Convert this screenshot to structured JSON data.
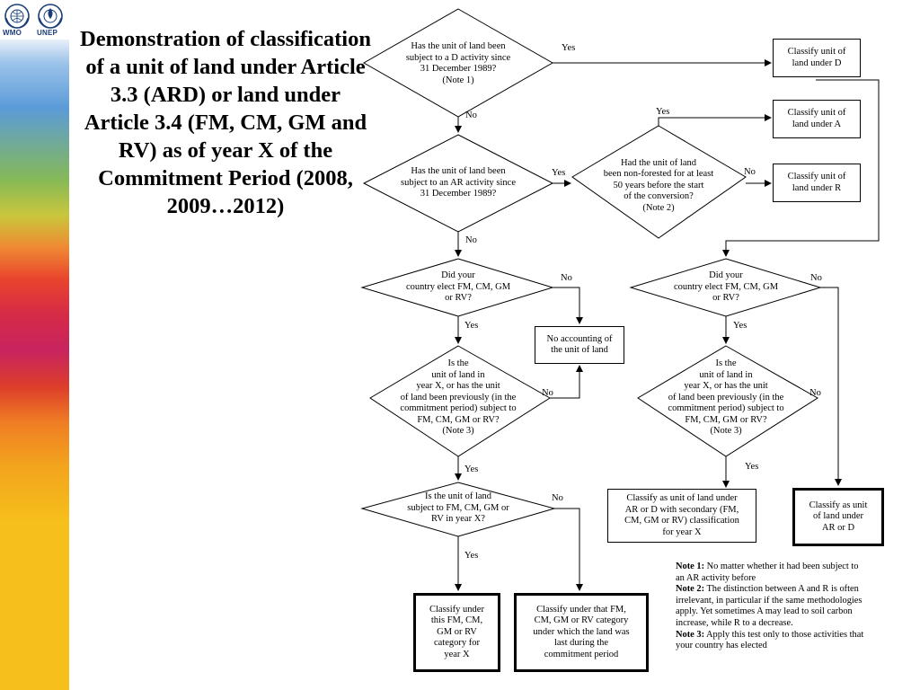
{
  "logos": {
    "wmo": "WMO",
    "unep": "UNEP"
  },
  "title": "Demonstration of classification of a unit of land under Article 3.3 (ARD) or land under Article 3.4 (FM, CM, GM and RV) as of year X of the Commitment Period (2008, 2009…2012)",
  "nodes": {
    "q_d": "Has the unit of land been\nsubject to a D activity since\n31 December 1989?\n(Note 1)",
    "q_ar": "Has the unit of land been\nsubject to an AR activity since\n31 December 1989?",
    "q_nonforest": "Had the unit of land\nbeen non-forested for at least\n50 years before the start\nof the conversion?\n(Note 2)",
    "q_elect_left": "Did your\ncountry elect FM, CM, GM\nor RV?",
    "q_elect_right": "Did your\ncountry elect FM, CM, GM\nor RV?",
    "q_subject_left": "Is the\nunit of land in\nyear X, or has the unit\nof land been previously (in the\ncommitment period) subject to\nFM, CM, GM or RV?\n(Note 3)",
    "q_subject_right": "Is the\nunit of land in\nyear X, or has the unit\nof land been previously (in the\ncommitment period) subject to\nFM, CM, GM or RV?\n(Note 3)",
    "q_yearx": "Is the unit of land\nsubject to FM, CM, GM or\nRV in year X?",
    "box_d": "Classify unit of\nland under D",
    "box_a": "Classify unit of\nland under A",
    "box_r": "Classify unit of\nland under R",
    "box_noacct": "No accounting of\nthe unit of land",
    "box_ar_secondary": "Classify as unit of land under\nAR or D with secondary (FM,\nCM, GM or RV) classification\nfor year X",
    "box_ar_d": "Classify as unit\nof land under\nAR or D",
    "box_this": "Classify under\nthis FM, CM,\nGM or RV\ncategory for\nyear X",
    "box_last": "Classify under that FM,\nCM, GM or RV category\nunder which the land was\nlast during the\ncommitment period"
  },
  "labels": {
    "yes": "Yes",
    "no": "No"
  },
  "notes": [
    {
      "key": "Note 1:",
      "text": " No matter whether it had been subject to an AR activity before"
    },
    {
      "key": "Note 2:",
      "text": " The distinction between A and R is often irrelevant, in particular if the same methodologies apply. Yet sometimes A may lead to soil carbon increase, while R to a decrease."
    },
    {
      "key": "Note 3:",
      "text": " Apply this test only to those activities that your country has elected"
    }
  ]
}
